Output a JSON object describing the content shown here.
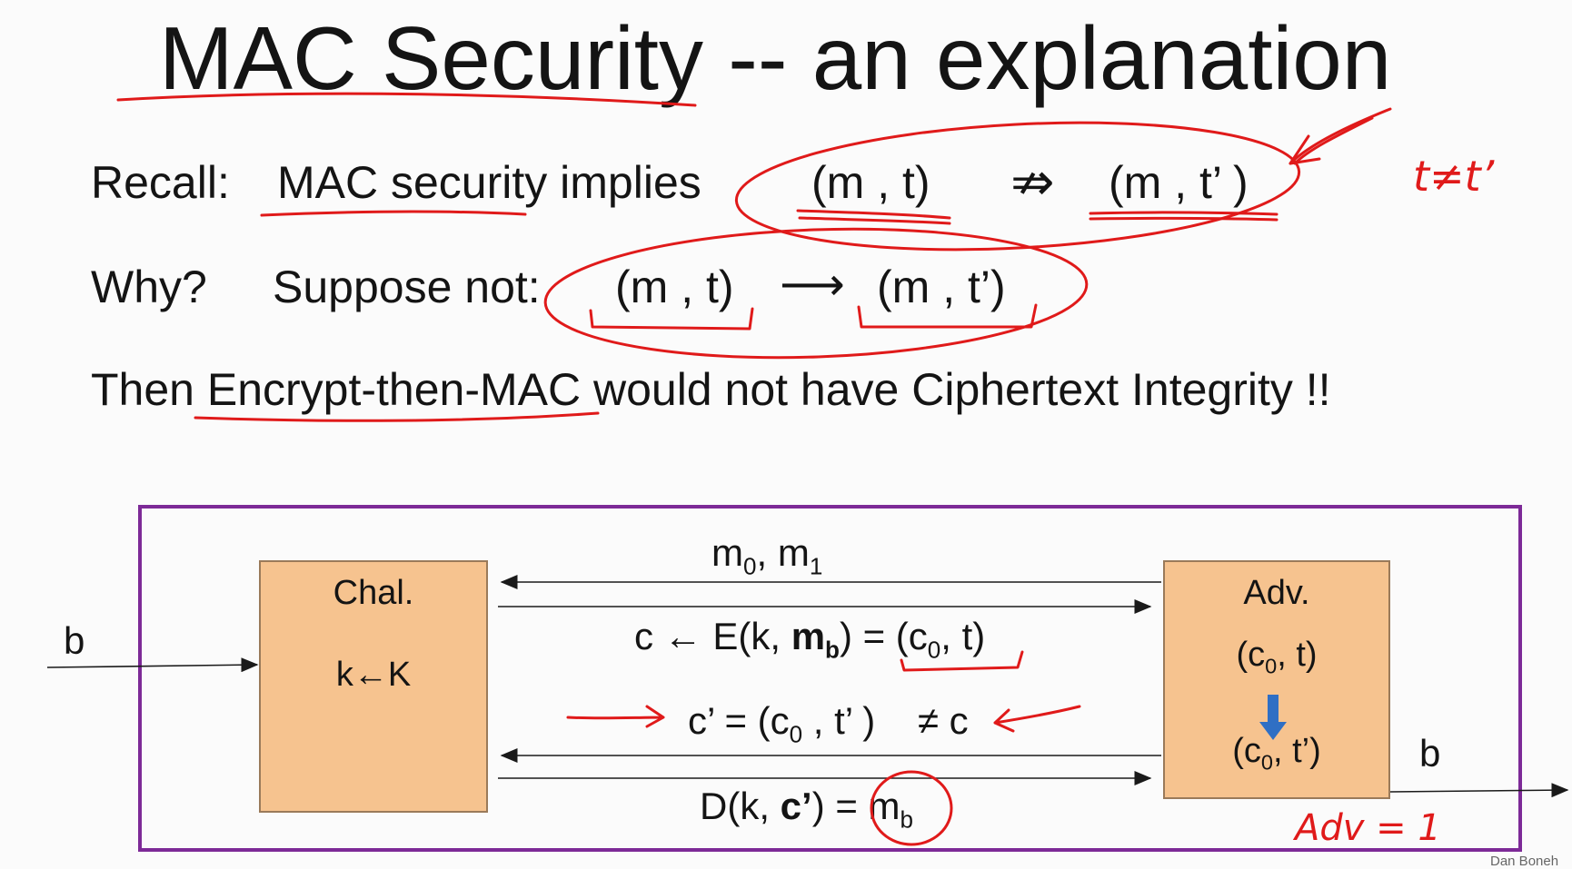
{
  "title": "MAC Security  --  an explanation",
  "recall": {
    "label": "Recall:",
    "text": "MAC security implies",
    "pair1": "(m , t)",
    "relation": "⇏",
    "pair2": "(m , t’ )"
  },
  "why": {
    "label": "Why?",
    "text": "Suppose not:",
    "pair1": "(m , t)",
    "arrow": "⟶",
    "pair2": "(m , t’)"
  },
  "then_line": "Then Encrypt-then-MAC would not have Ciphertext Integrity !!",
  "diagram": {
    "input_b": "b",
    "output_b": "b",
    "challenger": {
      "label": "Chal.",
      "key": "k←K"
    },
    "adversary": {
      "label": "Adv.",
      "step1": "(c0, t)",
      "step2": "(c0, t’)"
    },
    "messages": {
      "m0m1": "m0, m1",
      "cipher_prefix": "c ← E(k, ",
      "cipher_bold": "mb",
      "cipher_suffix": ") = (c0, t)",
      "cprime": "c’ = (c0 , t’ )    ≠ c",
      "dec_prefix": "D(k, ",
      "dec_bold": "c’",
      "dec_suffix": ") = mb"
    }
  },
  "annotations": {
    "t_neq": "t≠t’",
    "adv_eq": "Adv = 1"
  },
  "credit": "Dan Boneh",
  "colors": {
    "frame": "#7d2a97",
    "box": "#f6c38f",
    "ink": "#e01a1a",
    "arrow_blue": "#2f6fc4"
  }
}
